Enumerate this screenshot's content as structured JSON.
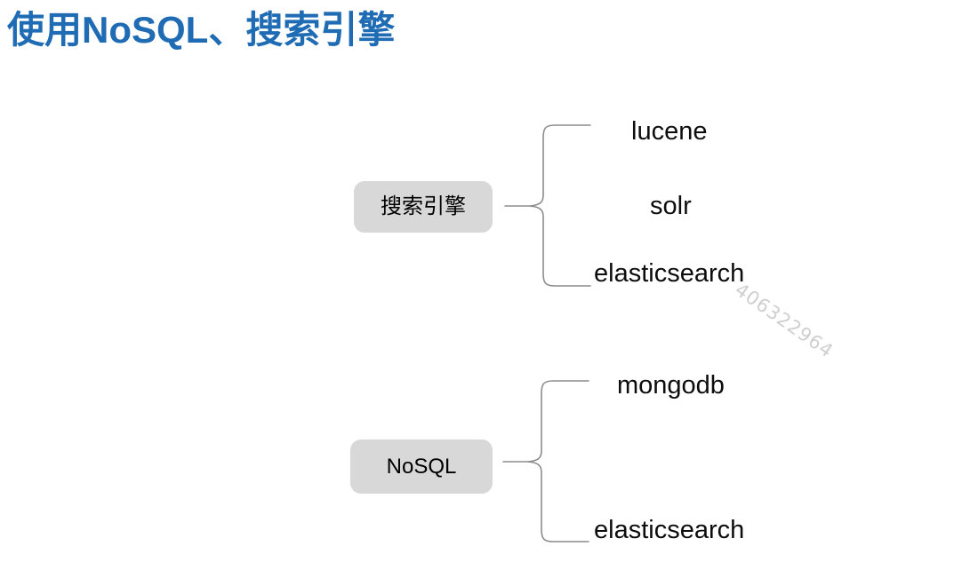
{
  "slide": {
    "title": "使用NoSQL、搜索引擎",
    "title_color": "#1F6CB5",
    "background_color": "#FFFFFF",
    "node_box_color": "#D8D8D8",
    "brace_color": "#8C8C8C",
    "leaf_text_color": "#0D0D0D"
  },
  "groups": [
    {
      "box_label": "搜索引擎",
      "leaves": [
        "lucene",
        "solr",
        "elasticsearch"
      ]
    },
    {
      "box_label": "NoSQL",
      "leaves": [
        "mongodb",
        "elasticsearch"
      ]
    }
  ],
  "nodes": {
    "search_engine": "搜索引擎",
    "nosql": "NoSQL"
  },
  "leaves": {
    "lucene": "lucene",
    "solr": "solr",
    "elasticsearch_top": "elasticsearch",
    "mongodb": "mongodb",
    "elasticsearch_bottom": "elasticsearch"
  },
  "watermark": {
    "text": "406322964"
  }
}
